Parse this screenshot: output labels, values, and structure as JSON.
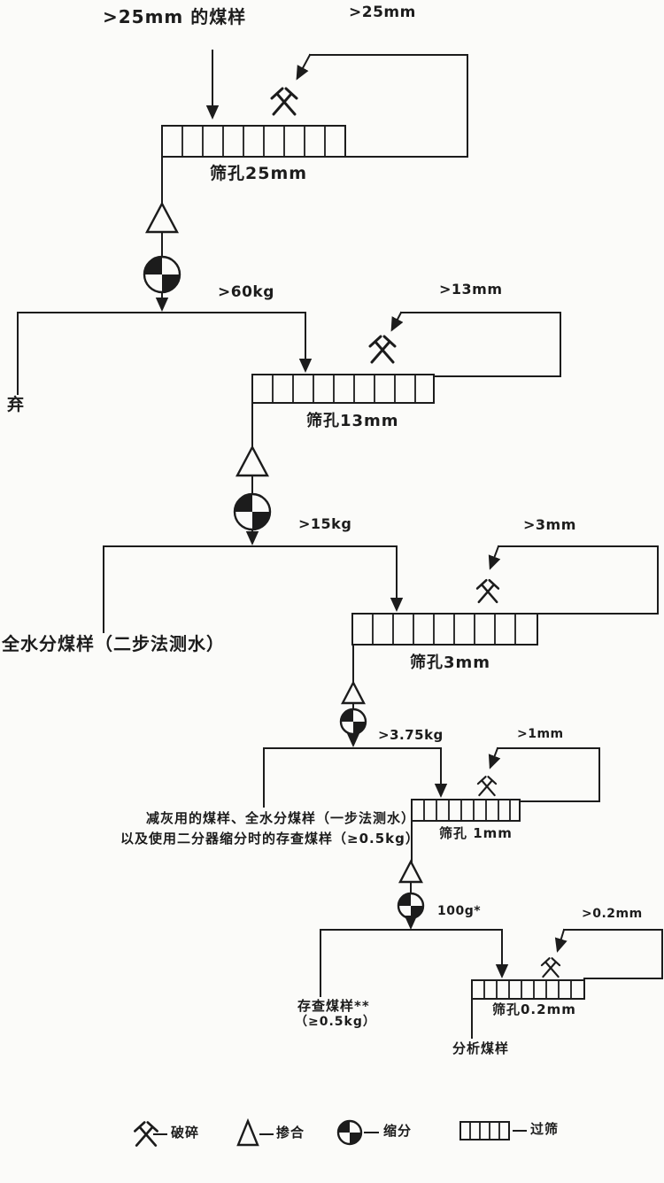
{
  "colors": {
    "ink": "#1c1c1c",
    "paper": "#fbfbf9"
  },
  "flow": {
    "source_label": ">25mm 的煤样",
    "discard_label": "弃",
    "stages": [
      {
        "oversize_label": ">25mm",
        "sieve_label": "筛孔25mm",
        "yield_label": ">60kg"
      },
      {
        "oversize_label": ">13mm",
        "sieve_label": "筛孔13mm",
        "yield_label": ">15kg"
      },
      {
        "oversize_label": ">3mm",
        "sieve_label": "筛孔3mm",
        "yield_label": ">3.75kg"
      },
      {
        "oversize_label": ">1mm",
        "sieve_label": "筛孔 1mm",
        "yield_label": "100g*"
      },
      {
        "oversize_label": ">0.2mm",
        "sieve_label": "筛孔0.2mm",
        "yield_label": ""
      }
    ],
    "side_outputs": {
      "stage2_sample": "全水分煤样（二步法测水）",
      "stage3_sample_line1": "减灰用的煤样、全水分煤样（一步法测水）",
      "stage3_sample_line2": "以及使用二分器缩分时的存查煤样（≥0.5kg）",
      "stage4_sample_line1": "存查煤样**",
      "stage4_sample_line2": "（≥0.5kg）",
      "final_sample": "分析煤样"
    }
  },
  "legend": {
    "crush_label": "破碎",
    "mix_label": "掺合",
    "divide_label": "缩分",
    "sieve_label": "过筛"
  }
}
